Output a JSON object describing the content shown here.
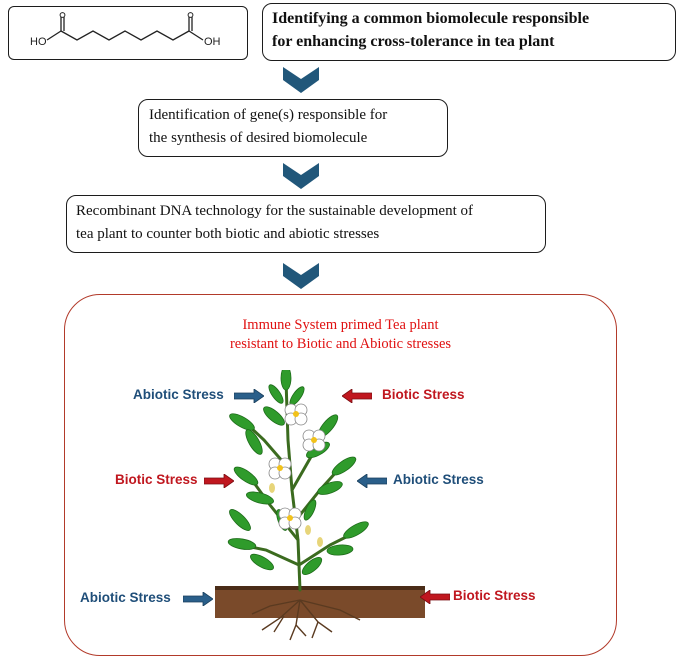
{
  "molecule": {
    "left_atom": "HO",
    "right_atom": "OH"
  },
  "steps": {
    "step1": {
      "line1": "Identifying  a  common biomolecule responsible",
      "line2": "for enhancing cross-tolerance in tea plant"
    },
    "step2": {
      "line1": "Identification  of gene(s)  responsible for",
      "line2": "the synthesis of desired biomolecule"
    },
    "step3": {
      "line1": "Recombinant DNA technology for the sustainable development of",
      "line2": "tea plant to counter both biotic and abiotic stresses"
    }
  },
  "panel": {
    "title_line1": "Immune System primed Tea plant",
    "title_line2": "resistant to Biotic and Abiotic stresses",
    "labels": {
      "abiotic_top_left": "Abiotic Stress",
      "biotic_top_right": "Biotic Stress",
      "biotic_mid_left": "Biotic Stress",
      "abiotic_mid_right": "Abiotic Stress",
      "abiotic_bottom_left": "Abiotic Stress",
      "biotic_bottom_right": "Biotic Stress"
    }
  },
  "colors": {
    "chevron": "#21577a",
    "abiotic": "#1f4e79",
    "biotic": "#c0171f",
    "panel_border": "#b23a2a",
    "panel_title": "#e01010",
    "leaf": "#2f9b2b",
    "stem": "#3b6b1f",
    "soil": "#7a4a2a"
  },
  "icons": [
    "chemical-structure-icon",
    "chevron-down-icon",
    "arrow-right-icon",
    "arrow-left-icon",
    "tea-plant-illustration"
  ]
}
